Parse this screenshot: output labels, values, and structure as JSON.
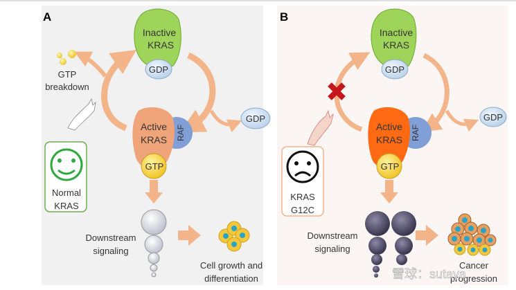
{
  "panel_a": {
    "label": "A",
    "inactive": [
      "Inactive",
      "KRAS"
    ],
    "gdp_bound": "GDP",
    "gdp_released": "GDP",
    "active": [
      "Active",
      "KRAS"
    ],
    "raf": "RAF",
    "gtp": "GTP",
    "gtp_breakdown": [
      "GTP",
      "breakdown"
    ],
    "status": [
      "Normal",
      "KRAS"
    ],
    "downstream": [
      "Downstream",
      "signaling"
    ],
    "outcome": [
      "Cell growth and",
      "differentiation"
    ]
  },
  "panel_b": {
    "label": "B",
    "inactive": [
      "Inactive",
      "KRAS"
    ],
    "gdp_bound": "GDP",
    "gdp_released": "GDP",
    "active": [
      "Active",
      "KRAS"
    ],
    "raf": "RAF",
    "gtp": "GTP",
    "status": [
      "KRAS",
      "G12C"
    ],
    "downstream": [
      "Downstream",
      "signaling"
    ],
    "outcome": [
      "Cancer",
      "progression"
    ]
  },
  "watermark": "雪球：sutaya",
  "colors": {
    "arrow": "#f3b489",
    "inactive_kras": "#9fd45a",
    "active_kras_normal": "#f0a47a",
    "active_kras_mutant": "#ff6a13",
    "raf": "#7f9fd6",
    "gtp": "#f7d23c",
    "gdp": "#cfe1f2",
    "block_x": "#c4161c",
    "normal_face": "#2eaa3c"
  }
}
